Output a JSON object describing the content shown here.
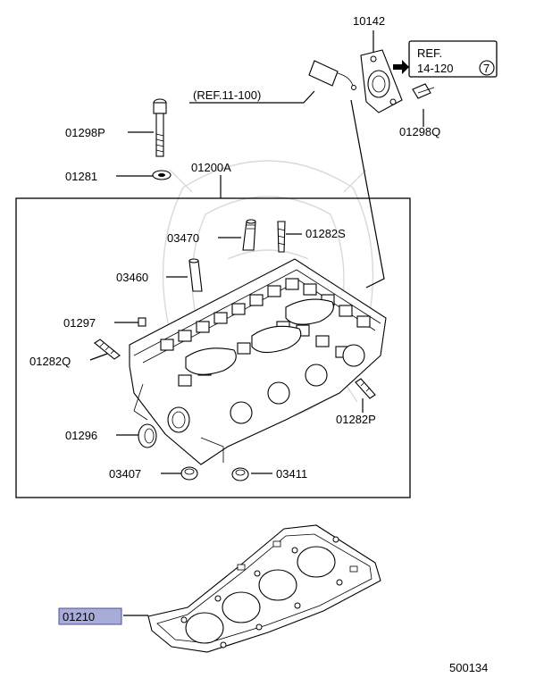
{
  "diagram": {
    "callouts": {
      "p10142": "10142",
      "p01298P": "01298P",
      "p01298Q": "01298Q",
      "p01281": "01281",
      "p01200A": "01200A",
      "p03470": "03470",
      "p01282S": "01282S",
      "p03460": "03460",
      "p01297": "01297",
      "p01282Q": "01282Q",
      "p01296": "01296",
      "p01282P": "01282P",
      "p03407": "03407",
      "p03411": "03411",
      "p01210": "01210"
    },
    "ref_11_100": "(REF.11-100)",
    "ref_box_line1": "REF.",
    "ref_box_line2": "14-120",
    "ref_box_circle": "7",
    "figure_number": "500134",
    "highlight_color": "#a9acd8"
  }
}
